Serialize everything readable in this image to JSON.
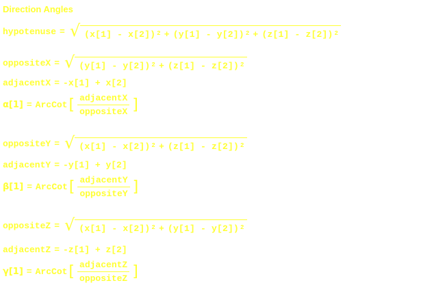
{
  "title": "Direction Angles",
  "eq": "=",
  "arccot": "ArcCot",
  "lbr": "[",
  "rbr": "]",
  "sqrt_sign": "√",
  "exp": "2",
  "hyp": {
    "lhs": "hypotenuse",
    "t1": "(x[1] - x[2])",
    "t2": "(y[1] - y[2])",
    "t3": "(z[1] - z[2])",
    "plus": "+"
  },
  "oppX": {
    "lhs": "oppositeX",
    "t1": "(y[1] - y[2])",
    "t2": "(z[1] - z[2])",
    "plus": "+"
  },
  "adjX": {
    "lhs": "adjacentX",
    "rhs": "-x[1] + x[2]"
  },
  "alpha": {
    "lhs": "α[1]",
    "num": "adjacentX",
    "den": "oppositeX"
  },
  "oppY": {
    "lhs": "oppositeY",
    "t1": "(x[1] - x[2])",
    "t2": "(z[1] - z[2])",
    "plus": "+"
  },
  "adjY": {
    "lhs": "adjacentY",
    "rhs": "-y[1] + y[2]"
  },
  "beta": {
    "lhs": "β[1]",
    "num": "adjacentY",
    "den": "oppositeY"
  },
  "oppZ": {
    "lhs": "oppositeZ",
    "t1": "(x[1] - x[2])",
    "t2": "(y[1] - y[2])",
    "plus": "+"
  },
  "adjZ": {
    "lhs": "adjacentZ",
    "rhs": "-z[1] + z[2]"
  },
  "gamma": {
    "lhs": "γ[1]",
    "num": "adjacentZ",
    "den": "oppositeZ"
  }
}
